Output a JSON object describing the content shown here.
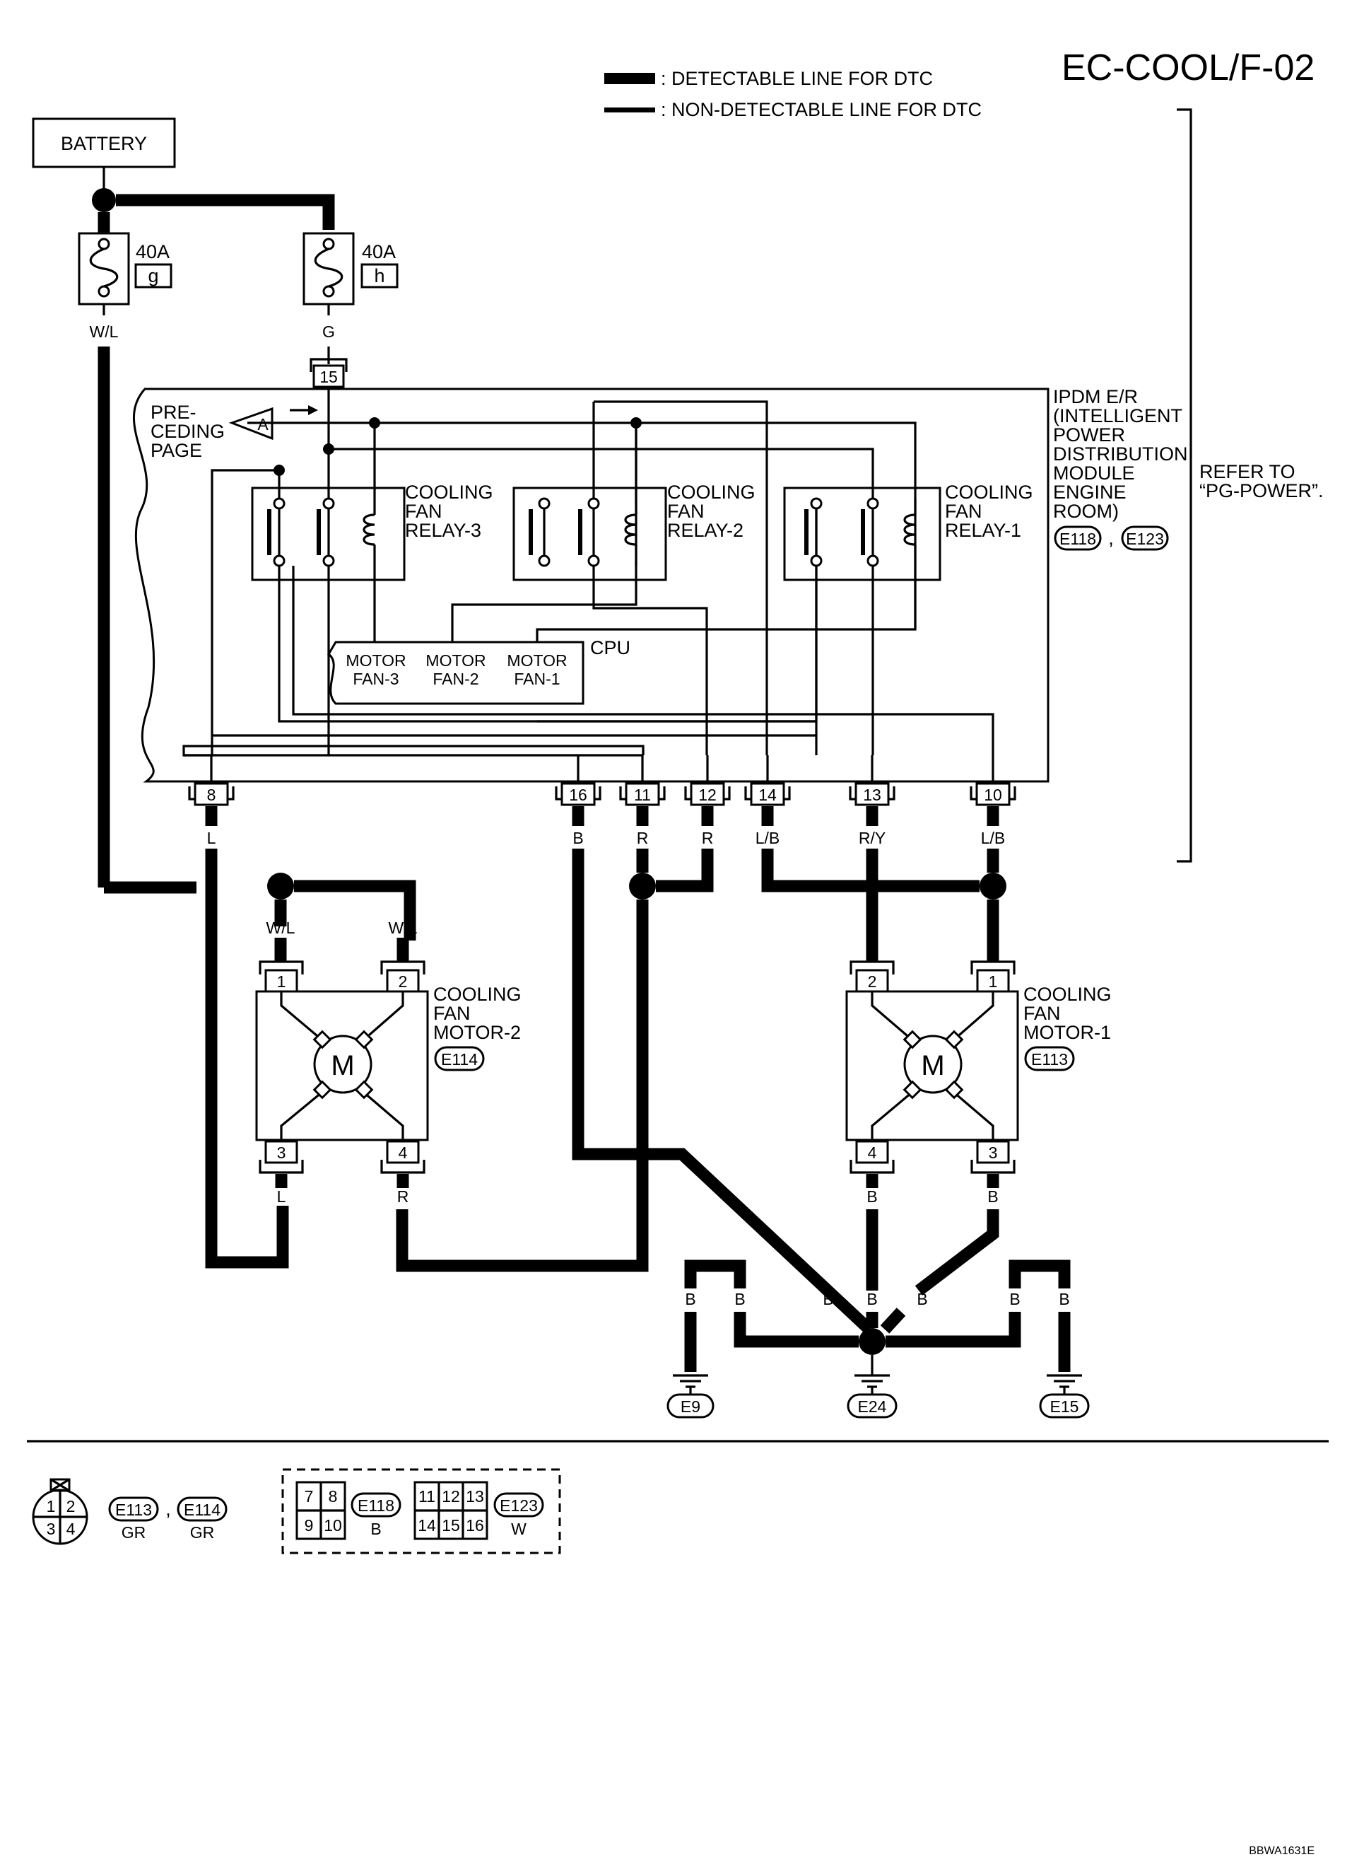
{
  "diagram_id": "EC-COOL/F-02",
  "legend": {
    "detectable": ": DETECTABLE LINE FOR DTC",
    "non_detectable": ": NON-DETECTABLE LINE FOR DTC"
  },
  "battery": "BATTERY",
  "fuses": [
    {
      "rating": "40A",
      "id": "g",
      "wire": "W/L"
    },
    {
      "rating": "40A",
      "id": "h",
      "wire": "G"
    }
  ],
  "ipdm": {
    "name_lines": [
      "IPDM E/R",
      "(INTELLIGENT",
      "POWER",
      "DISTRIBUTION",
      "MODULE",
      "ENGINE",
      "ROOM)"
    ],
    "connectors": [
      "E118",
      "E123"
    ],
    "sep": ",",
    "preceding_lines": [
      "PRE-",
      "CEDING",
      "PAGE"
    ],
    "preceding_tag": "A",
    "cpu": "CPU",
    "motor_line1": "MOTOR",
    "motor_fans": [
      "FAN-3",
      "FAN-2",
      "FAN-1"
    ]
  },
  "relays": [
    {
      "l1": "COOLING",
      "l2": "FAN",
      "l3": "RELAY-3"
    },
    {
      "l1": "COOLING",
      "l2": "FAN",
      "l3": "RELAY-2"
    },
    {
      "l1": "COOLING",
      "l2": "FAN",
      "l3": "RELAY-1"
    }
  ],
  "refer": [
    "REFER TO",
    "“PG-POWER”."
  ],
  "terminals": {
    "t15": "15",
    "t8": "8",
    "t16": "16",
    "t11": "11",
    "t12": "12",
    "t14": "14",
    "t13": "13",
    "t10": "10"
  },
  "wires": {
    "t8": "L",
    "t16": "B",
    "t11": "R",
    "t12": "R",
    "t14": "L/B",
    "t13": "R/Y",
    "t10": "L/B",
    "m2_p1": "W/L",
    "m2_p2": "W/L",
    "m2_p3": "L",
    "m2_p4": "R",
    "m1_p3": "B",
    "m1_p4": "B",
    "g1": "B",
    "g2": "B",
    "g3": "B",
    "g4": "B",
    "g5": "B",
    "g6": "B",
    "g7": "B"
  },
  "motors": [
    {
      "l1": "COOLING",
      "l2": "FAN",
      "l3": "MOTOR-2",
      "connector": "E114",
      "symbol": "M",
      "pins": [
        "1",
        "2",
        "3",
        "4"
      ]
    },
    {
      "l1": "COOLING",
      "l2": "FAN",
      "l3": "MOTOR-1",
      "connector": "E113",
      "symbol": "M",
      "pins": [
        "2",
        "1",
        "4",
        "3"
      ]
    }
  ],
  "grounds": [
    "E9",
    "E24",
    "E15"
  ],
  "connector_views": {
    "round_pins": [
      "1",
      "2",
      "3",
      "4"
    ],
    "round_labels": [
      {
        "id": "E113",
        "color": "GR"
      },
      {
        "id": "E114",
        "color": "GR"
      }
    ],
    "sep": ",",
    "e118_pins": [
      "7",
      "8",
      "9",
      "10"
    ],
    "e118": {
      "id": "E118",
      "color": "B"
    },
    "e123_pins": [
      "11",
      "12",
      "13",
      "14",
      "15",
      "16"
    ],
    "e123": {
      "id": "E123",
      "color": "W"
    }
  },
  "footer_code": "BBWA1631E"
}
